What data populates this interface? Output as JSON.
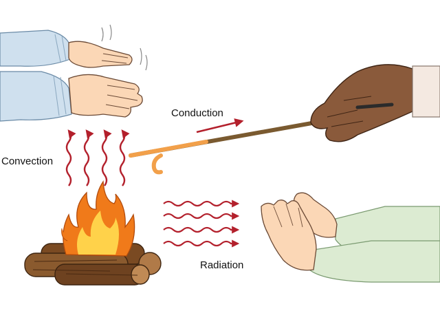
{
  "labels": {
    "conduction": "Conduction",
    "convection": "Convection",
    "radiation": "Radiation"
  },
  "colors": {
    "arrow": "#b3202c",
    "flame_outer": "#f07a1a",
    "flame_inner": "#ffd24a",
    "log": "#7a4a22",
    "skin": "#fbd7b6",
    "glove": "#8a5a3b",
    "sleeve_blue": "#cfe0ee",
    "sleeve_green": "#dcebd2",
    "rod": "#a0703c",
    "rod_hot_end": "#f2a04a"
  },
  "icons": {
    "convection": "heat-rising-arrows-icon",
    "conduction": "conduction-arrow-icon",
    "radiation": "radiation-wave-arrows-icon",
    "fire": "campfire-icon"
  }
}
